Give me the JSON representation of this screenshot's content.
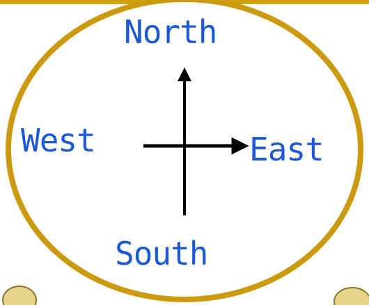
{
  "compass": {
    "north": "North",
    "south": "South",
    "east": "East",
    "west": "West"
  },
  "colors": {
    "label": "#1c57d6",
    "ring": "#cc9a10",
    "top_band": "#d2a00f",
    "arrow": "#000000",
    "corner_shape": "#e6d48a"
  }
}
